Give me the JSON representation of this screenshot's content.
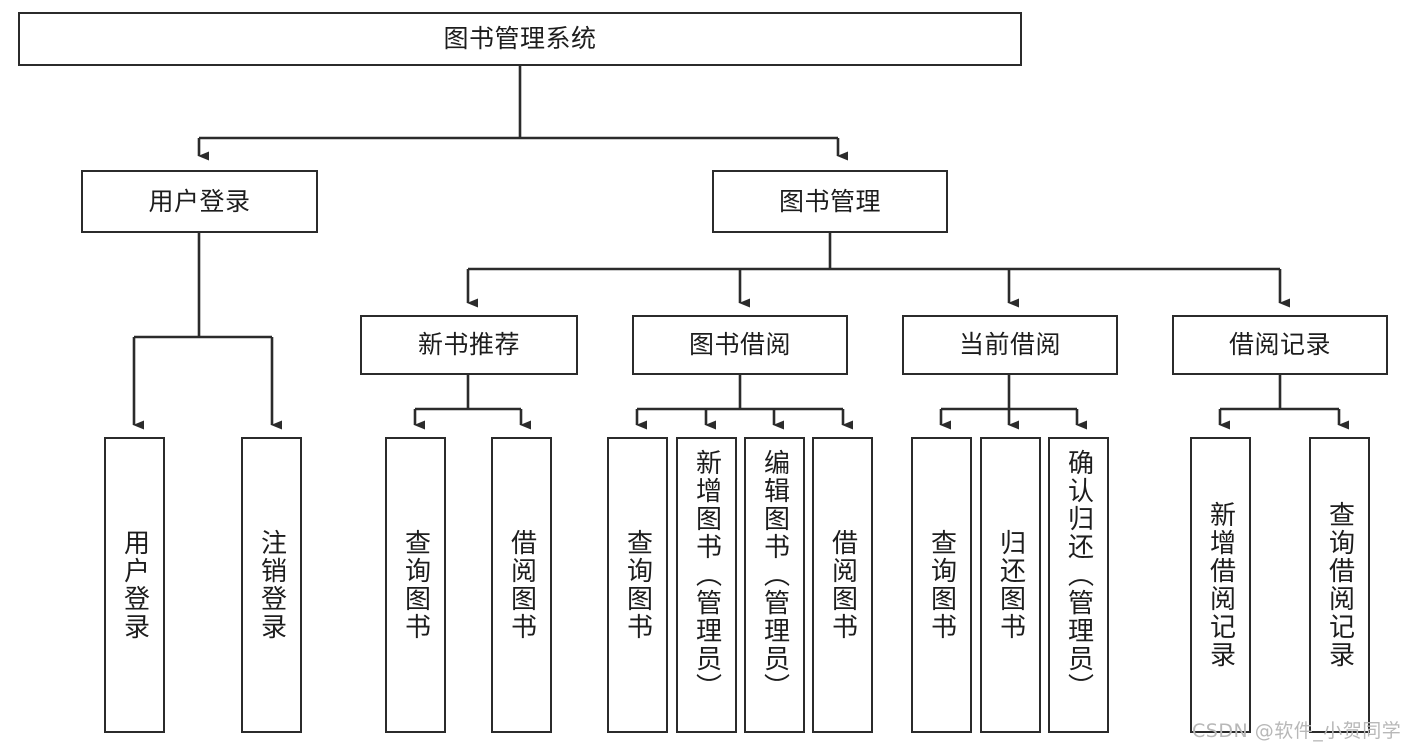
{
  "diagram": {
    "title": "图书管理系统",
    "type": "tree-hierarchy",
    "watermark": "CSDN @软件_小贺同学",
    "colors": {
      "stroke": "#2b2b2b",
      "fill": "#ffffff",
      "text": "#1d1d1d",
      "watermark": "#b8b8b8"
    },
    "nodes": {
      "root": {
        "label": "图书管理系统"
      },
      "level2": [
        {
          "label": "用户登录"
        },
        {
          "label": "图书管理"
        }
      ],
      "level3": [
        {
          "label": "新书推荐"
        },
        {
          "label": "图书借阅"
        },
        {
          "label": "当前借阅"
        },
        {
          "label": "借阅记录"
        }
      ],
      "leaves_user_login": [
        {
          "label": "用户登录"
        },
        {
          "label": "注销登录"
        }
      ],
      "leaves_new_book": [
        {
          "label": "查询图书"
        },
        {
          "label": "借阅图书"
        }
      ],
      "leaves_borrow": [
        {
          "label": "查询图书"
        },
        {
          "label": "新增图书（管理员）"
        },
        {
          "label": "编辑图书（管理员）"
        },
        {
          "label": "借阅图书"
        }
      ],
      "leaves_current": [
        {
          "label": "查询图书"
        },
        {
          "label": "归还图书"
        },
        {
          "label": "确认归还（管理员）"
        }
      ],
      "leaves_record": [
        {
          "label": "新增借阅记录"
        },
        {
          "label": "查询借阅记录"
        }
      ]
    }
  }
}
